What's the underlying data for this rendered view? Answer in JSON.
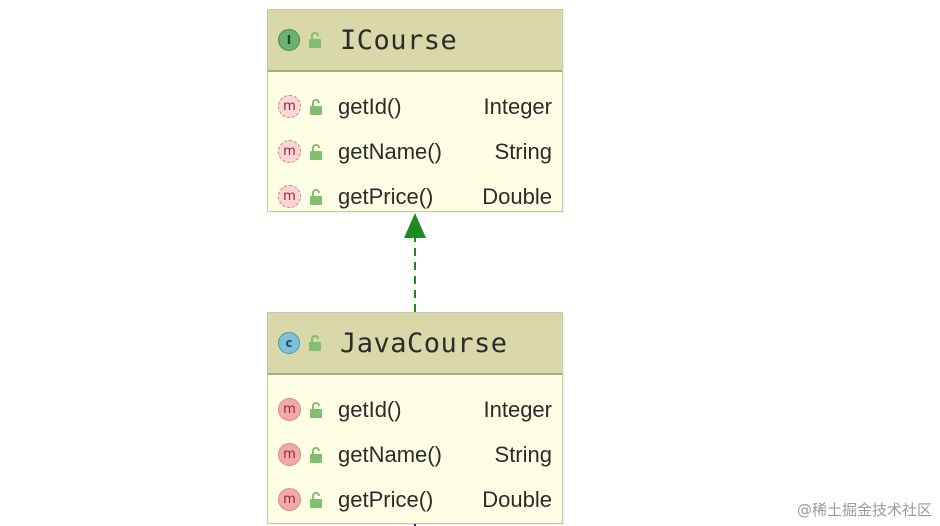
{
  "classes": [
    {
      "name": "ICourse",
      "kind": "interface",
      "kind_letter": "I",
      "members": [
        {
          "name": "getId()",
          "type": "Integer"
        },
        {
          "name": "getName()",
          "type": "String"
        },
        {
          "name": "getPrice()",
          "type": "Double"
        }
      ]
    },
    {
      "name": "JavaCourse",
      "kind": "class",
      "kind_letter": "c",
      "members": [
        {
          "name": "getId()",
          "type": "Integer"
        },
        {
          "name": "getName()",
          "type": "String"
        },
        {
          "name": "getPrice()",
          "type": "Double"
        }
      ]
    }
  ],
  "relationship": {
    "type": "implements",
    "from": "JavaCourse",
    "to": "ICourse",
    "color": "#1f8a1f"
  },
  "method_icon_letter": "m",
  "watermark": "@稀土掘金技术社区"
}
